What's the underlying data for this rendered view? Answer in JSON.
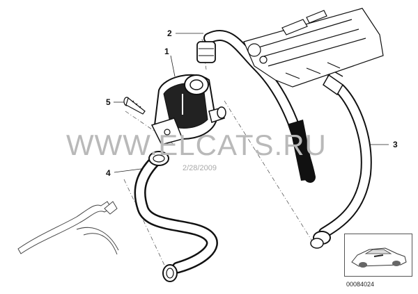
{
  "diagram": {
    "callouts": {
      "c1": "1",
      "c2": "2",
      "c3": "3",
      "c4": "4",
      "c5": "5"
    },
    "watermark": "WWW.ELCATS.RU",
    "date": "2/28/2009",
    "doc_number": "00084024"
  }
}
